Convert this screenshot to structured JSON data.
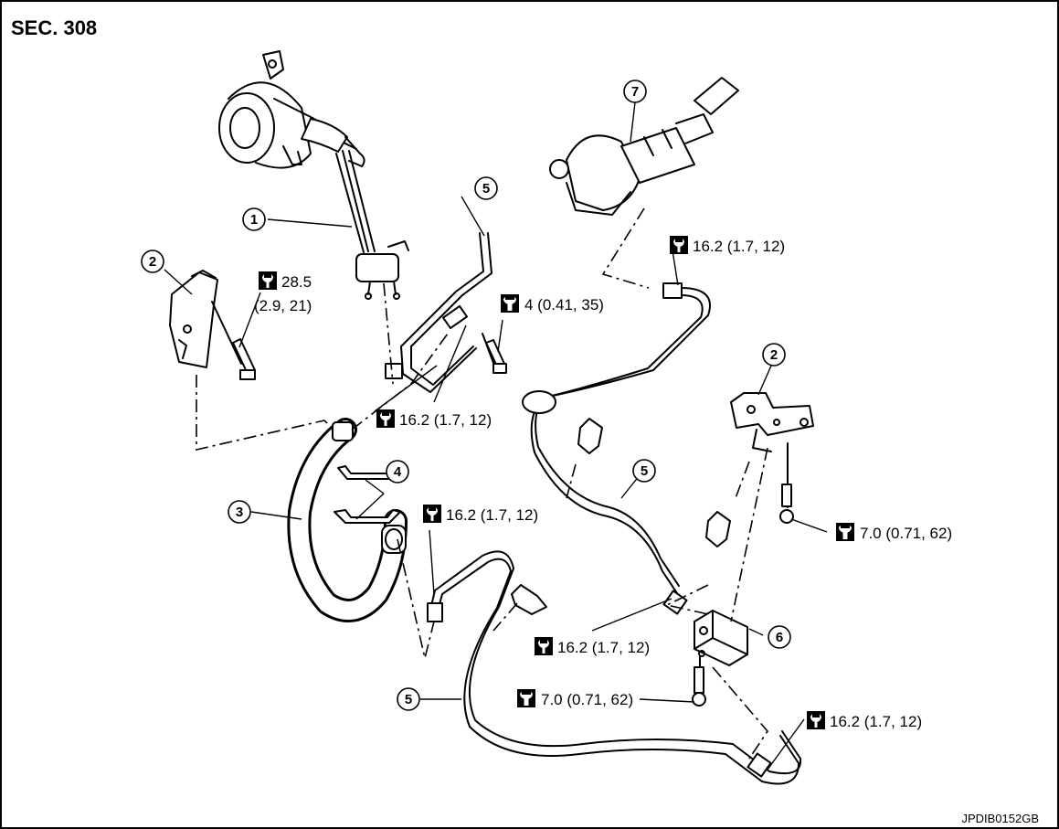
{
  "section": "SEC. 308",
  "code": "JPDIB0152GB",
  "callouts": [
    {
      "id": "1",
      "label": "1"
    },
    {
      "id": "2a",
      "label": "2"
    },
    {
      "id": "2b",
      "label": "2"
    },
    {
      "id": "3",
      "label": "3"
    },
    {
      "id": "4",
      "label": "4"
    },
    {
      "id": "5a",
      "label": "5"
    },
    {
      "id": "5b",
      "label": "5"
    },
    {
      "id": "5c",
      "label": "5"
    },
    {
      "id": "6",
      "label": "6"
    },
    {
      "id": "7",
      "label": "7"
    }
  ],
  "torques": {
    "t1": {
      "text": "16.2 (1.7, 12)",
      "icon": "wrench-torque-icon"
    },
    "t2_line1": "28.5",
    "t2_line2": "(2.9, 21)",
    "t3": {
      "text": "4 (0.41, 35)",
      "icon": "torque-wrench-alt-icon"
    },
    "t4": {
      "text": "16.2 (1.7, 12)",
      "icon": "wrench-torque-icon"
    },
    "t5": {
      "text": "16.2 (1.7, 12)",
      "icon": "wrench-torque-icon"
    },
    "t6": {
      "text": "7.0 (0.71, 62)",
      "icon": "torque-wrench-alt-icon"
    },
    "t7": {
      "text": "16.2 (1.7, 12)",
      "icon": "wrench-torque-icon"
    },
    "t8": {
      "text": "7.0 (0.71, 62)",
      "icon": "torque-wrench-alt-icon"
    },
    "t9": {
      "text": "16.2 (1.7, 12)",
      "icon": "wrench-torque-icon"
    }
  }
}
